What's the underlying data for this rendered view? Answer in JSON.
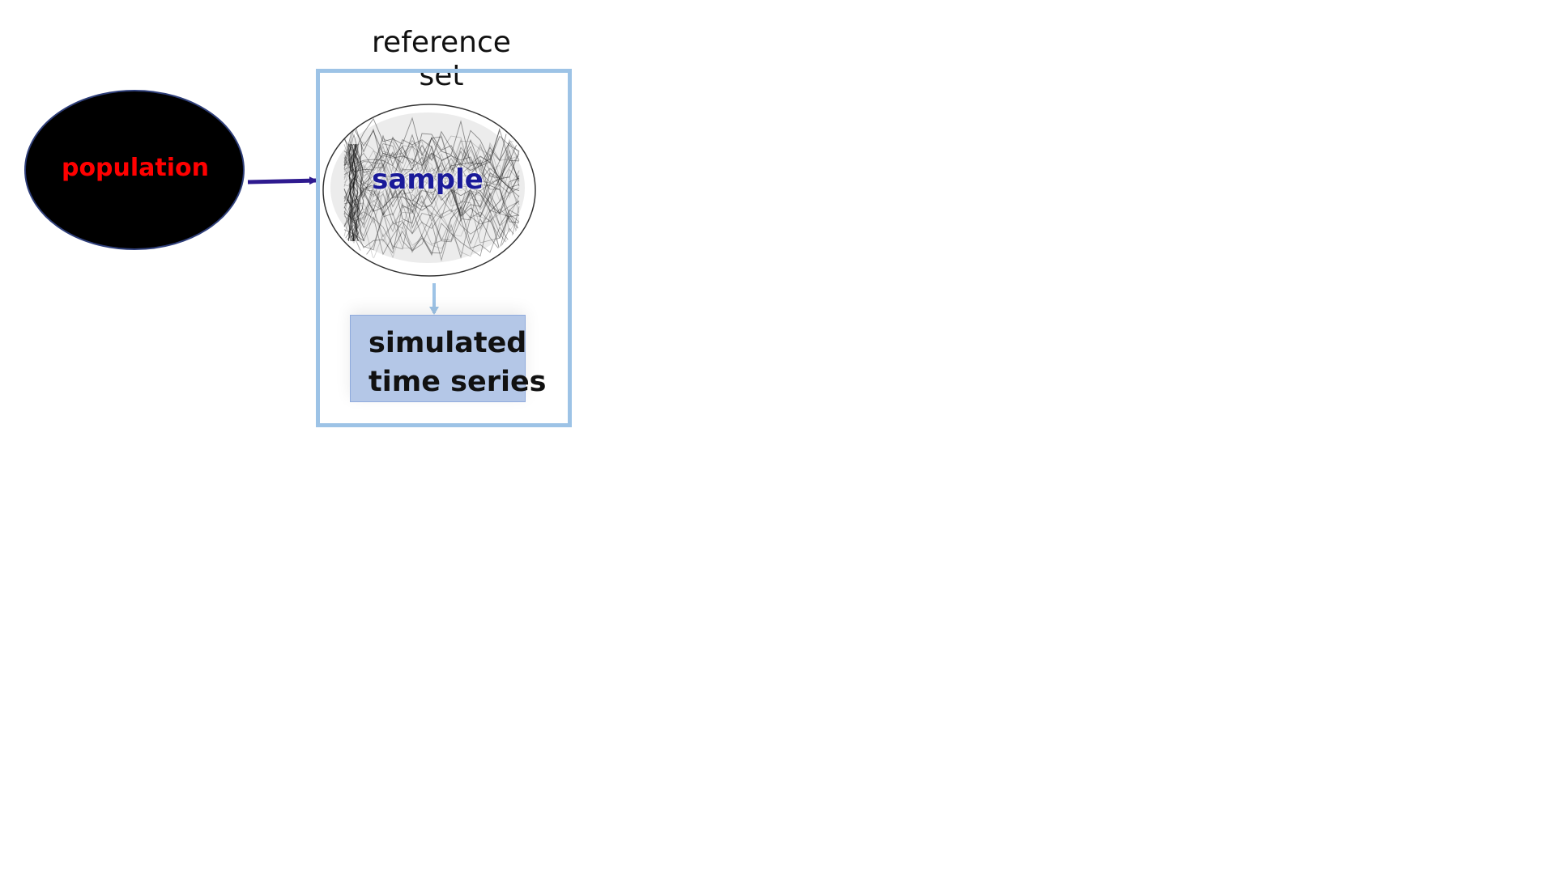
{
  "title": "reference set",
  "population": {
    "label": "population",
    "fill": "#000000",
    "text_color": "#ff0000"
  },
  "sample": {
    "label": "sample",
    "text_color": "#1a1a99"
  },
  "simulated": {
    "line1": "simulated",
    "line2": "time series",
    "fill": "#b4c7e7"
  },
  "colors": {
    "frame": "#9dc3e6",
    "arrow_main": "#2e1a8f",
    "arrow_small": "#9dc3e6"
  }
}
